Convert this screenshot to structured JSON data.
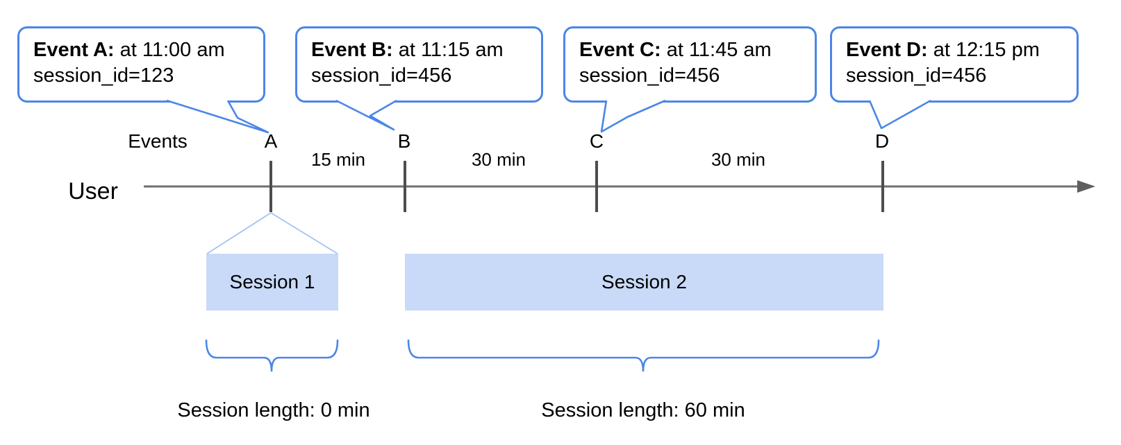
{
  "colors": {
    "callout_border": "#4a86e8",
    "brace": "#4a86e8",
    "session_fill": "#c9daf8",
    "funnel_line": "#a4c2f4",
    "axis_line": "#6e6e6e",
    "tick": "#4d4d4d",
    "text": "#000000"
  },
  "callouts": [
    {
      "event": "Event A:",
      "time": " at 11:00 am",
      "session": "session_id=123"
    },
    {
      "event": "Event B:",
      "time": " at 11:15 am",
      "session": "session_id=456"
    },
    {
      "event": "Event C:",
      "time": " at 11:45 am",
      "session": "session_id=456"
    },
    {
      "event": "Event D:",
      "time": " at 12:15 pm",
      "session": "session_id=456"
    }
  ],
  "timeline": {
    "events_label": "Events",
    "axis_label": "User",
    "event_letters": [
      "A",
      "B",
      "C",
      "D"
    ],
    "gaps": [
      "15 min",
      "30 min",
      "30 min"
    ]
  },
  "sessions": [
    {
      "label": "Session 1",
      "length_label": "Session length: 0 min"
    },
    {
      "label": "Session 2",
      "length_label": "Session length: 60 min"
    }
  ]
}
